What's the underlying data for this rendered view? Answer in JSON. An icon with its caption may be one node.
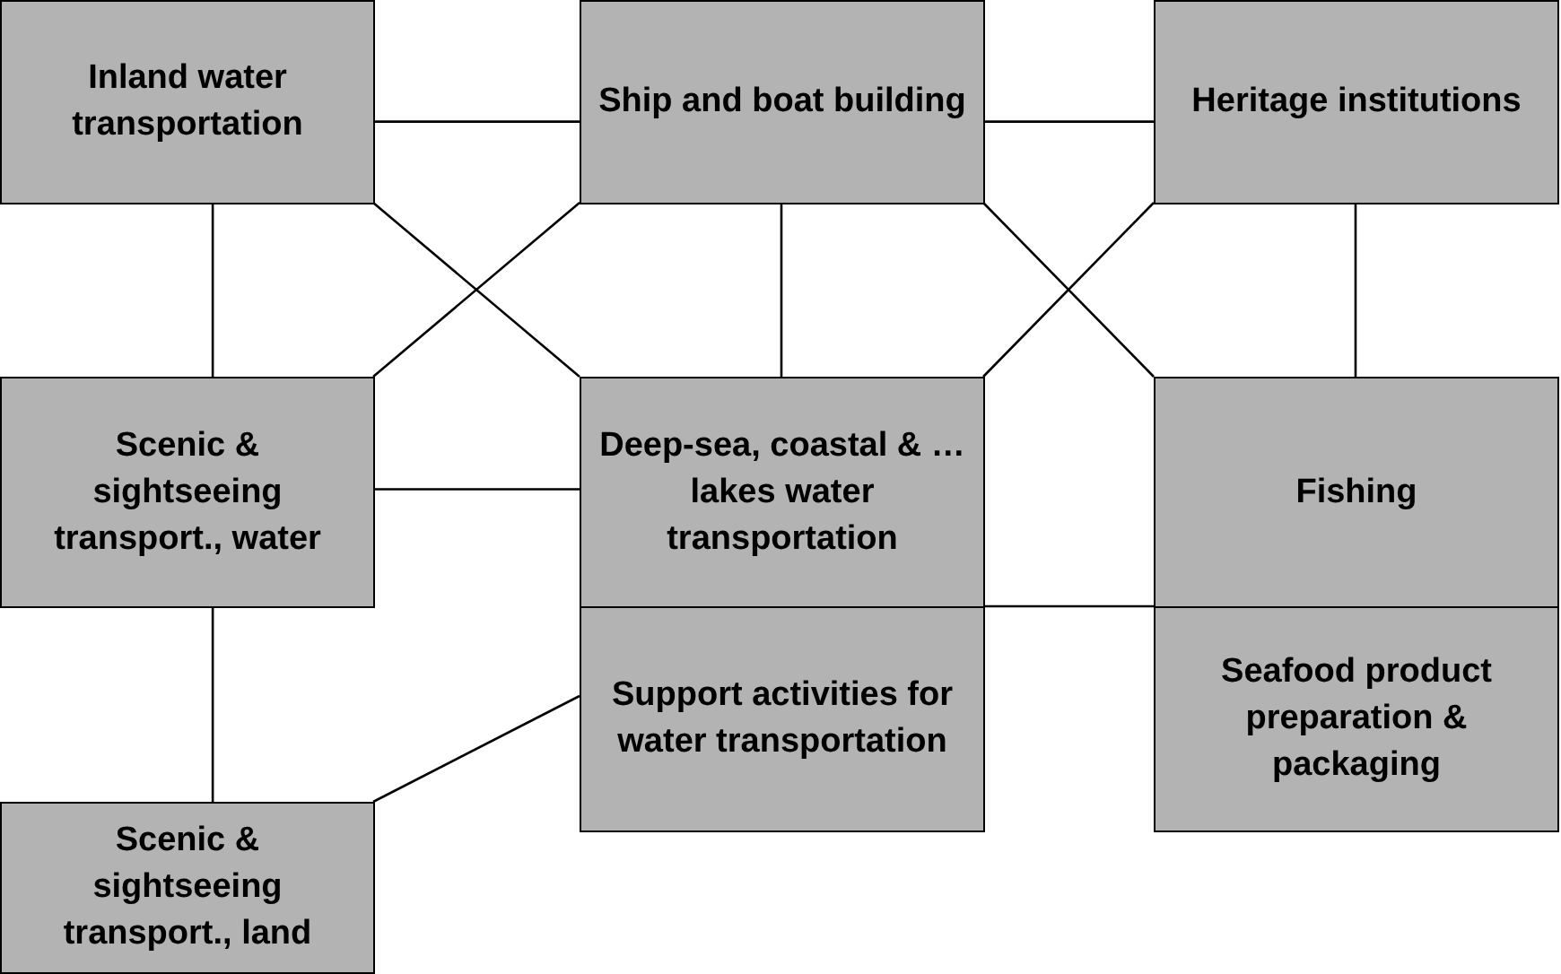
{
  "diagram": {
    "nodes": [
      {
        "text": [
          "Inland water transportation"
        ]
      },
      {
        "text": [
          "Ship and boat building"
        ]
      },
      {
        "text": [
          "Heritage institutions"
        ]
      },
      {
        "text": [
          "Scenic & sightseeing transport., water"
        ]
      },
      {
        "text": [
          "Deep-sea, coastal & … lakes water transportation"
        ]
      },
      {
        "text": [
          "Fishing"
        ]
      },
      {
        "text": [
          "Support activities for water transportation"
        ]
      },
      {
        "text": [
          "Seafood product preparation & packaging"
        ]
      },
      {
        "text": [
          "Scenic & sightseeing transport., land"
        ]
      }
    ],
    "edges": [
      {
        "from": 0,
        "to": 1,
        "arrow": "none"
      },
      {
        "from": 1,
        "to": 2,
        "arrow": "none"
      },
      {
        "from": 0,
        "to": 3,
        "arrow": "none"
      },
      {
        "from": 1,
        "to": 4,
        "arrow": "none"
      },
      {
        "from": 2,
        "to": 5,
        "arrow": "none"
      },
      {
        "from": 0,
        "to": 4,
        "arrow": "none"
      },
      {
        "from": 1,
        "to": 3,
        "arrow": "none"
      },
      {
        "from": 1,
        "to": 5,
        "arrow": "none"
      },
      {
        "from": 2,
        "to": 4,
        "arrow": "none"
      },
      {
        "from": 3,
        "to": 4,
        "arrow": "none"
      },
      {
        "from": 6,
        "to": 7,
        "arrow": "none"
      },
      {
        "from": 3,
        "to": 8,
        "arrow": "none"
      },
      {
        "from": 8,
        "to": 6,
        "arrow": "none"
      }
    ]
  }
}
